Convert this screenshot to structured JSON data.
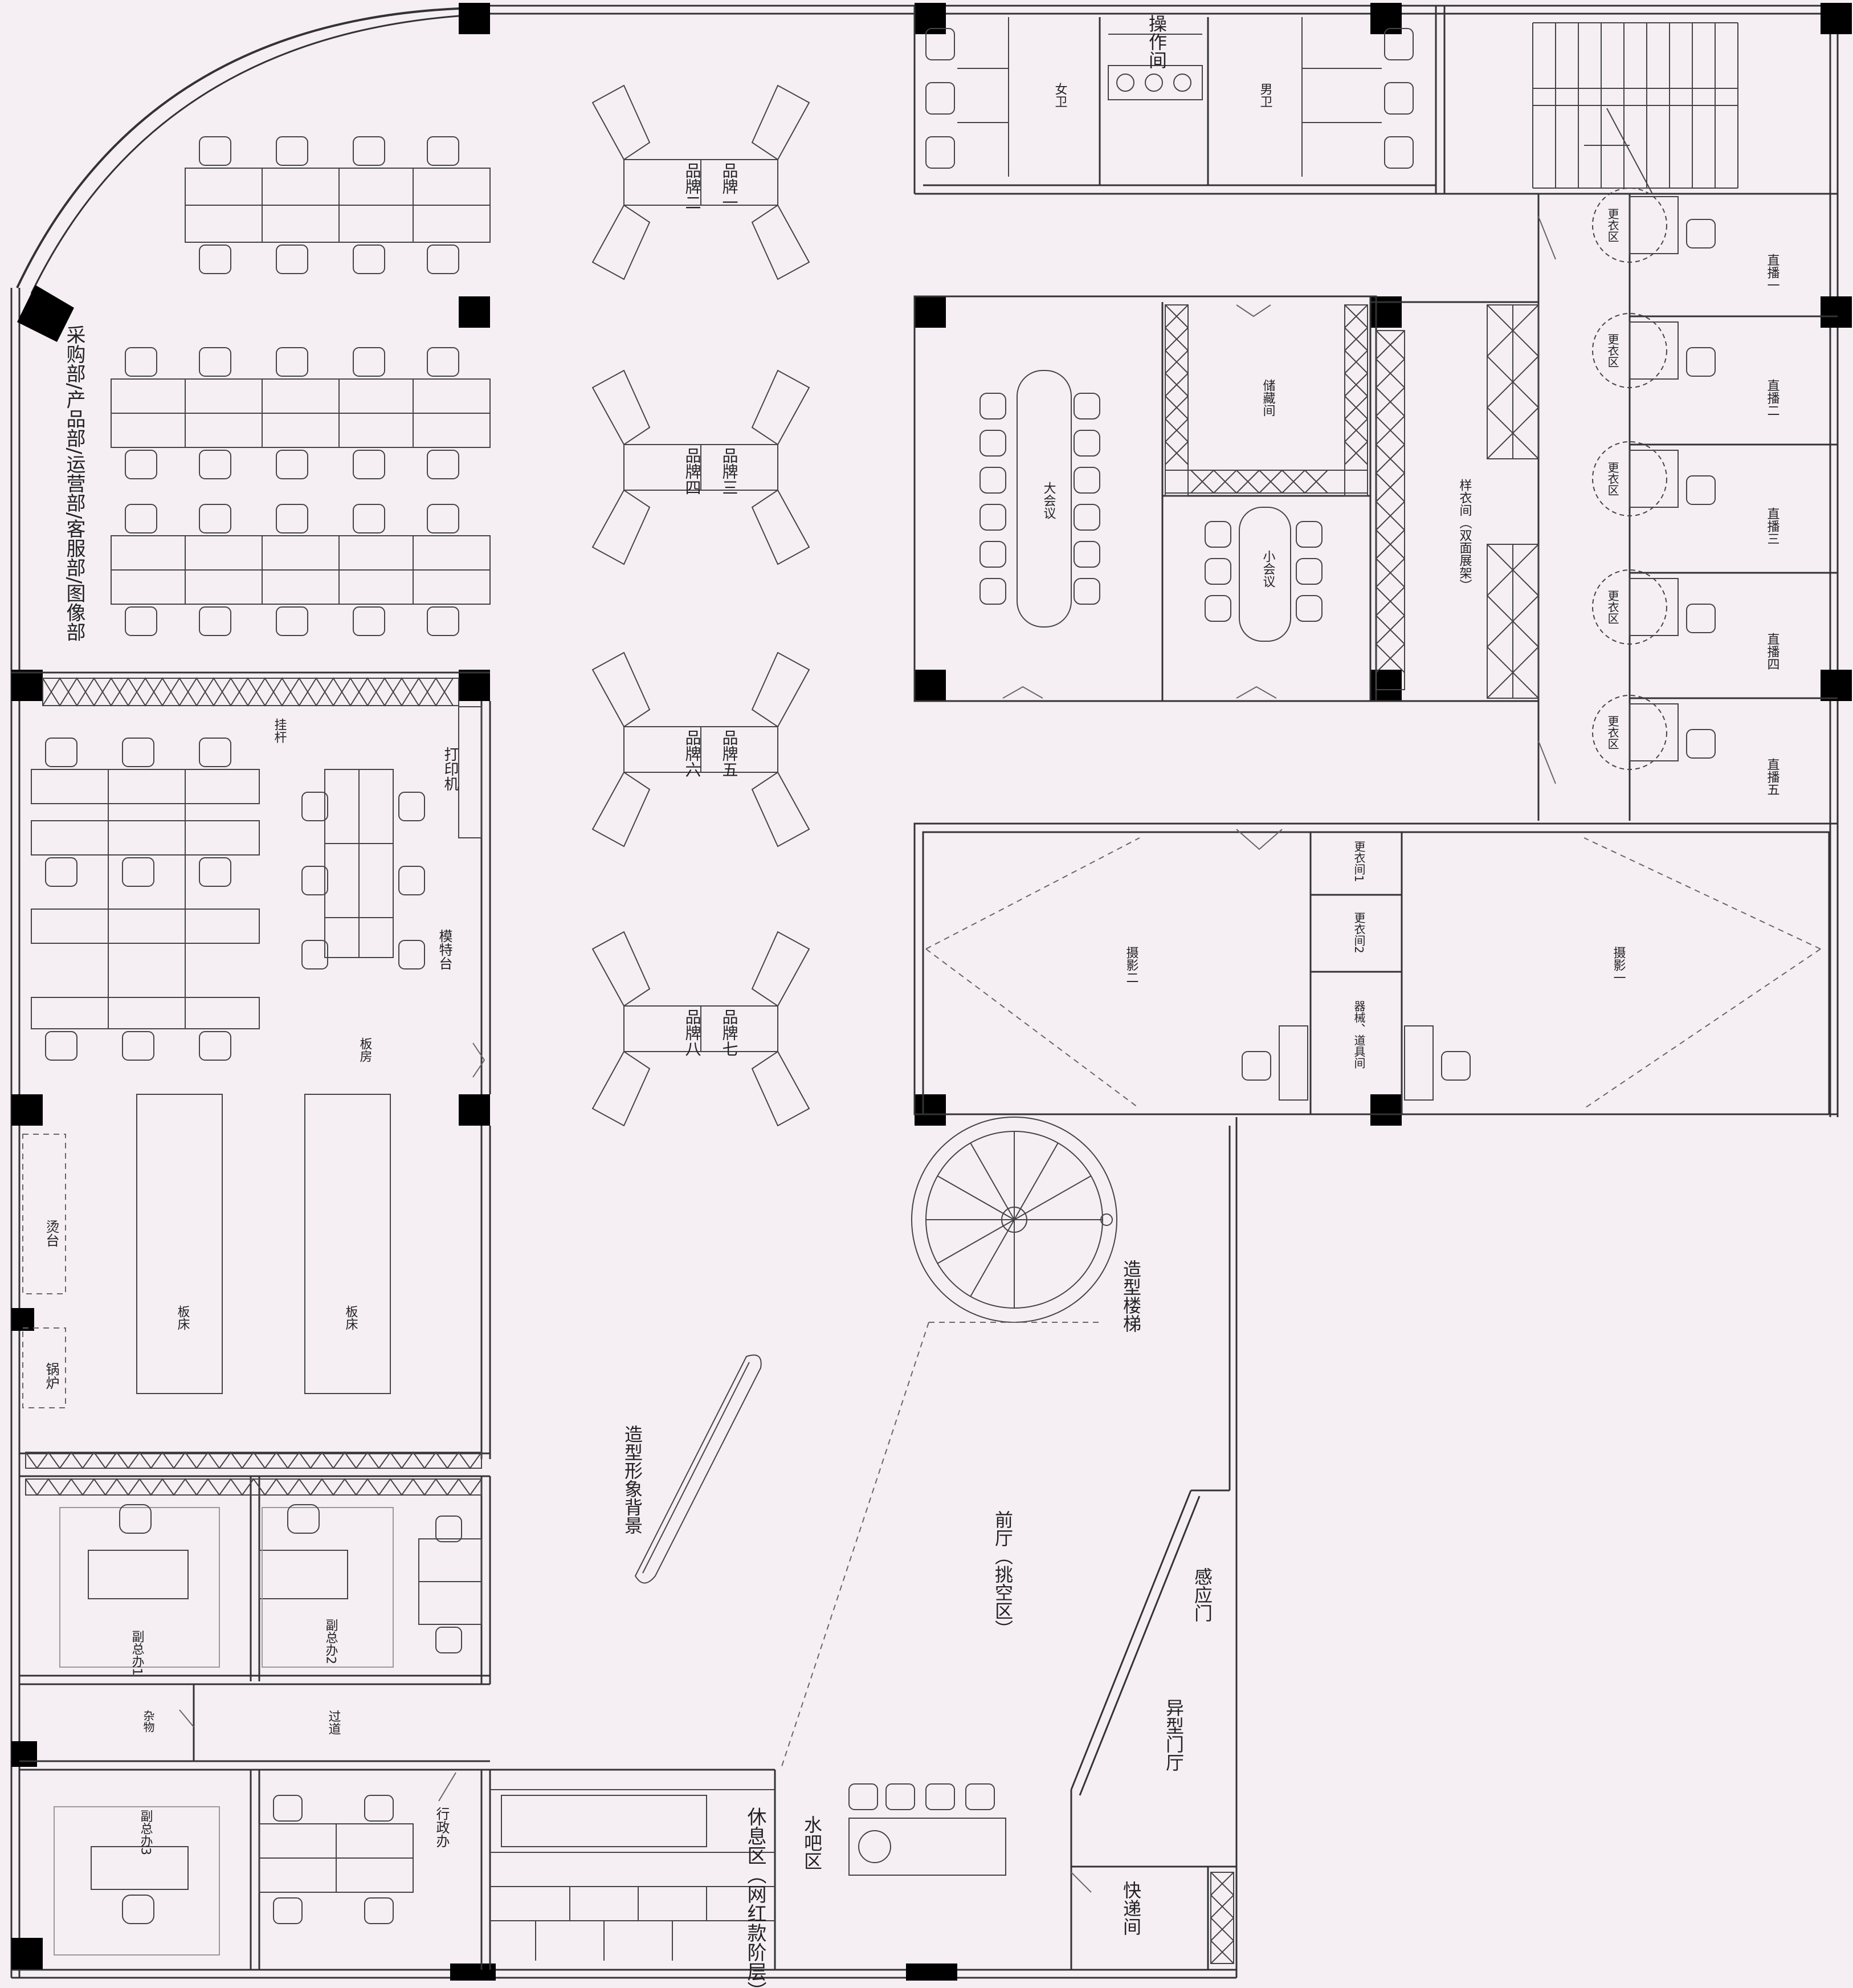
{
  "colors": {
    "background": "#f5eff4",
    "line": "#333333",
    "thin": "#555555",
    "column": "#000000",
    "dash": "#666666"
  },
  "labels": {
    "purchasing_dept": "采购部/产品部/运营部/客服部/图像部",
    "printer": "打印机",
    "model_stand": "模特台",
    "rack": "挂杆",
    "sample_room": "板房",
    "board_bed_a": "板床",
    "board_bed_b": "板床",
    "ironing": "烫台",
    "boiler": "锅炉",
    "vgm1": "副总办1",
    "vgm2": "副总办2",
    "vgm3": "副总办3",
    "corridor": "过道",
    "storage": "杂物",
    "admin": "行政办",
    "rest_area": "休息区（网红款阶层）",
    "water_bar": "水吧区",
    "lobby": "前厅（挑空区）",
    "shaped_bg": "造型形象背景",
    "spiral_stair": "造型楼梯",
    "sensor_door": "感应门",
    "special_hall": "异型门厅",
    "express": "快递间",
    "female_wc": "女卫",
    "male_wc": "男卫",
    "utility": "操作间",
    "big_meeting": "大会议",
    "small_meeting": "小会议",
    "warehouse": "储藏间",
    "sample_clothes": "样衣间（双面展架）",
    "photo1": "摄影一",
    "photo2": "摄影二",
    "dressing1": "更衣间1",
    "dressing2": "更衣间2",
    "equipment": "器械、道具间",
    "live1": "直播一",
    "live2": "直播二",
    "live3": "直播三",
    "live4": "直播四",
    "live5": "直播五",
    "change_area": "更衣区"
  },
  "brands": [
    [
      "品牌一",
      "品牌二"
    ],
    [
      "品牌三",
      "品牌四"
    ],
    [
      "品牌五",
      "品牌六"
    ],
    [
      "品牌七",
      "品牌八"
    ]
  ]
}
